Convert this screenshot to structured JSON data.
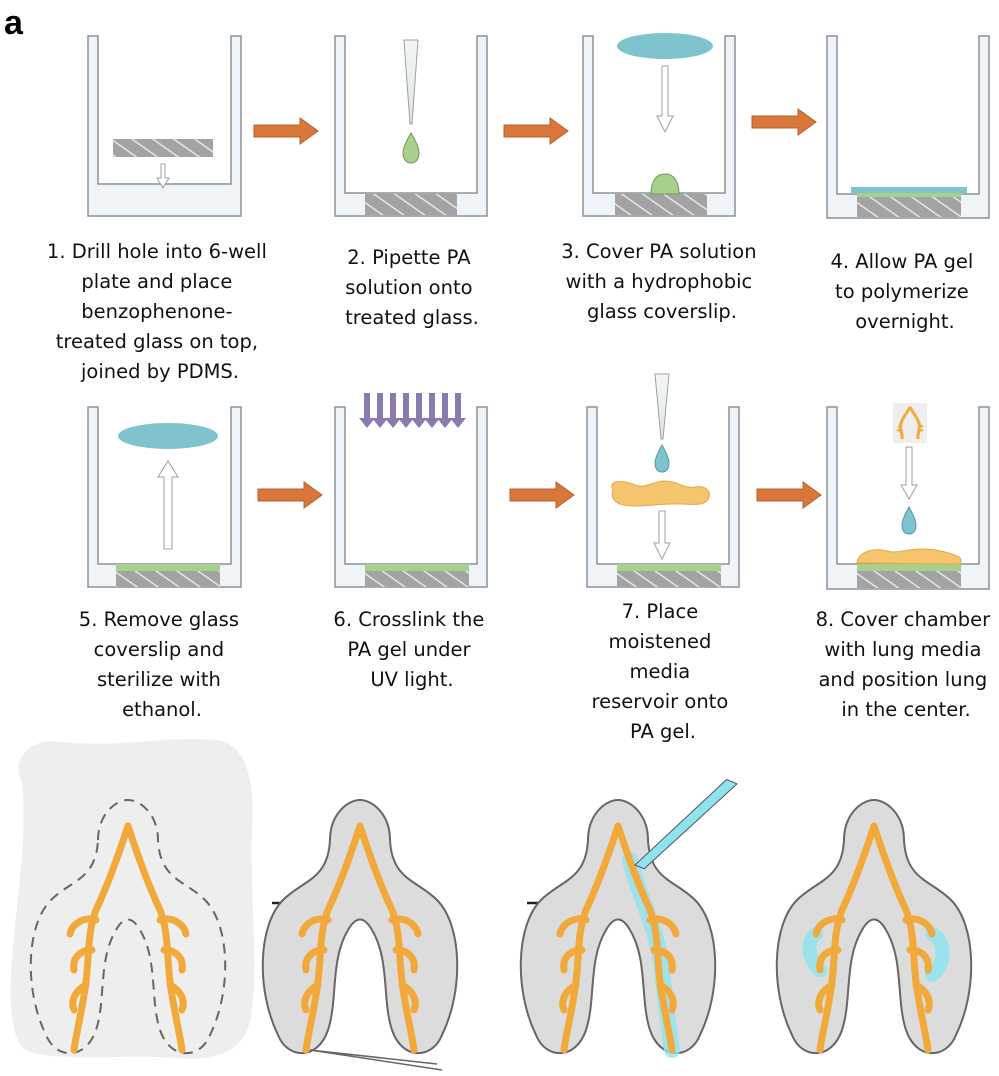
{
  "panel_label": "a",
  "colors": {
    "well_fill": "#eef4f8",
    "well_stroke": "#8a9299",
    "arrow_orange": "#d9763a",
    "gel_green": "#a8cf8c",
    "coverslip_blue": "#7fc3cf",
    "media_yellow": "#f6c46c",
    "uv_purple": "#8b7ab0",
    "lung_orange": "#f2a93b",
    "tissue_gray": "#dcdcdc",
    "injection_cyan": "#8ee3ee"
  },
  "steps": [
    {
      "number": 1,
      "caption_lines": [
        "1. Drill hole into 6-well",
        "plate and place",
        "benzophenone-",
        "treated glass on top,",
        "joined by PDMS."
      ]
    },
    {
      "number": 2,
      "caption_lines": [
        "2. Pipette PA",
        "solution onto",
        "treated glass."
      ]
    },
    {
      "number": 3,
      "caption_lines": [
        "3. Cover PA solution",
        "with a hydrophobic",
        "glass coverslip."
      ]
    },
    {
      "number": 4,
      "caption_lines": [
        "4. Allow PA gel",
        "to polymerize",
        "overnight."
      ]
    },
    {
      "number": 5,
      "caption_lines": [
        "5. Remove glass",
        "coverslip and",
        "sterilize with",
        "ethanol."
      ]
    },
    {
      "number": 6,
      "caption_lines": [
        "6. Crosslink the",
        "PA gel under",
        "UV light."
      ]
    },
    {
      "number": 7,
      "caption_lines": [
        "7. Place",
        "moistened",
        "media",
        "reservoir onto",
        "PA gel."
      ]
    },
    {
      "number": 8,
      "caption_lines": [
        "8. Cover chamber",
        "with lung media",
        "and position lung",
        "in the center."
      ]
    }
  ]
}
